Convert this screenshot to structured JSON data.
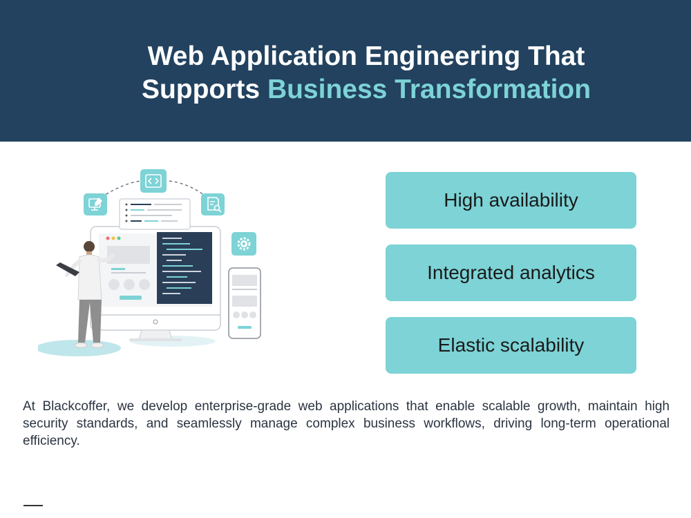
{
  "hero": {
    "title_line1": "Web Application Engineering That",
    "title_line2_prefix": "Supports ",
    "title_line2_accent": "Business Transformation"
  },
  "illustration": {
    "icons": [
      "edit-screen-icon",
      "code-brackets-icon",
      "document-search-icon",
      "gear-icon"
    ]
  },
  "features": [
    {
      "label": "High availability"
    },
    {
      "label": "Integrated analytics"
    },
    {
      "label": "Elastic scalability"
    }
  ],
  "description": "At Blackcoffer, we develop enterprise-grade web applications that enable scalable growth, maintain high security standards, and seamlessly manage complex business workflows, driving long-term operational efficiency.",
  "colors": {
    "header_bg": "#22425f",
    "accent": "#7dd3d6",
    "text": "#2b3441"
  }
}
